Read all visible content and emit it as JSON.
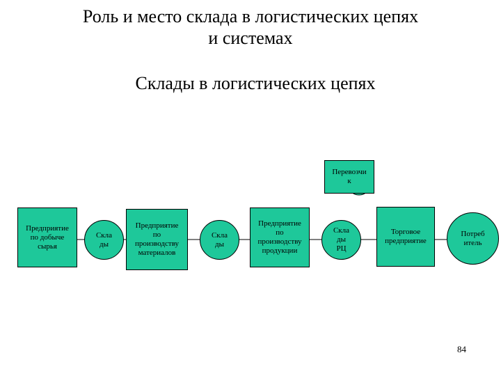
{
  "slide": {
    "title": "Роль и место склада в логистических цепях\nи системах",
    "subtitle": "Склады в логистических цепях",
    "page_number": "84"
  },
  "colors": {
    "node_fill": "#1ec89a",
    "node_border": "#000000",
    "connector": "#000000"
  },
  "diagram": {
    "nodes": {
      "raw": "Предприятие\nпо добыче\nсырья",
      "wh1": "Скла\nды",
      "mat": "Предприятие\nпо\nпроизводству\nматериалов",
      "wh2": "Скла\nды",
      "prod": "Предприятие\nпо\nпроизводству\nпродукции",
      "wh3": "Скла\nды\nРЦ",
      "carrier": "Перевозчи\nк",
      "trade": "Торговое\nпредприятие",
      "consumer": "Потреб\nитель"
    }
  }
}
